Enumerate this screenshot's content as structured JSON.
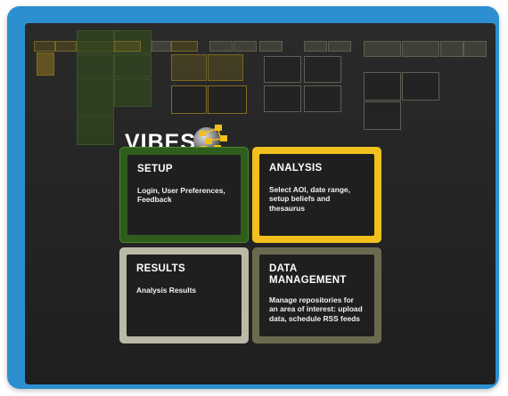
{
  "app": {
    "logo_text": "VIBES",
    "logo_icon": "vibes-globe-network-icon"
  },
  "colors": {
    "frame": "#2c8fd0",
    "screen": "#262626",
    "setup": "#2e5d1c",
    "analysis": "#f1c01c",
    "results": "#b9b9a6",
    "data_management": "#6b6a50"
  },
  "cards": {
    "setup": {
      "title": "SETUP",
      "description": "Login, User Preferences, Feedback"
    },
    "analysis": {
      "title": "ANALYSIS",
      "description": "Select AOI, date range, setup beliefs and thesaurus"
    },
    "results": {
      "title": "RESULTS",
      "description": "Analysis Results"
    },
    "data_management": {
      "title": "DATA MANAGEMENT",
      "description": "Manage repositories for an area of interest: upload data, schedule RSS feeds"
    }
  }
}
